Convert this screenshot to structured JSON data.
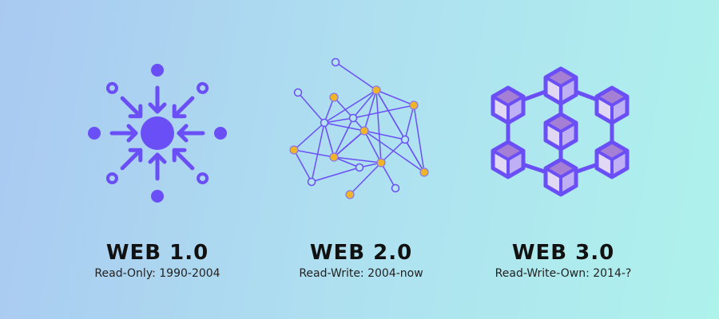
{
  "colors": {
    "purple": "#6b4ff6",
    "orange": "#f0b429",
    "cube_top": "#a57fd4",
    "cube_left": "#e1d8f4",
    "cube_right": "#bfb0f5"
  },
  "panels": [
    {
      "title": "WEB 1.0",
      "subtitle": "Read-Only: 1990-2004",
      "icon": "centralized-hub-icon"
    },
    {
      "title": "WEB 2.0",
      "subtitle": "Read-Write: 2004-now",
      "icon": "network-graph-icon"
    },
    {
      "title": "WEB 3.0",
      "subtitle": "Read-Write-Own: 2014-?",
      "icon": "blockchain-cubes-icon"
    }
  ]
}
